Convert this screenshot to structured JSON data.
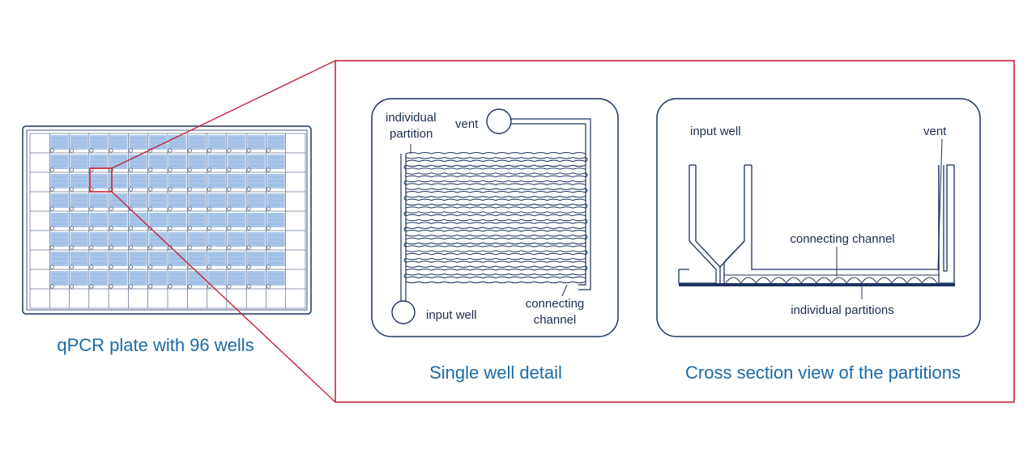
{
  "colors": {
    "navy": "#1d3461",
    "accent_red": "#c8233c",
    "caption_blue": "#1a6aa8",
    "well_fill": "#a9c6ea"
  },
  "plate": {
    "caption": "qPCR plate with 96 wells",
    "rows": 8,
    "columns": 12
  },
  "single_well": {
    "caption": "Single well detail",
    "labels": {
      "individual_partition_1": "individual",
      "individual_partition_2": "partition",
      "vent": "vent",
      "input_well": "input well",
      "connecting_channel_1": "connecting",
      "connecting_channel_2": "channel"
    }
  },
  "cross_section": {
    "caption": "Cross section view of the partitions",
    "labels": {
      "input_well": "input well",
      "vent": "vent",
      "connecting_channel": "connecting channel",
      "individual_partitions": "individual partitions"
    }
  }
}
